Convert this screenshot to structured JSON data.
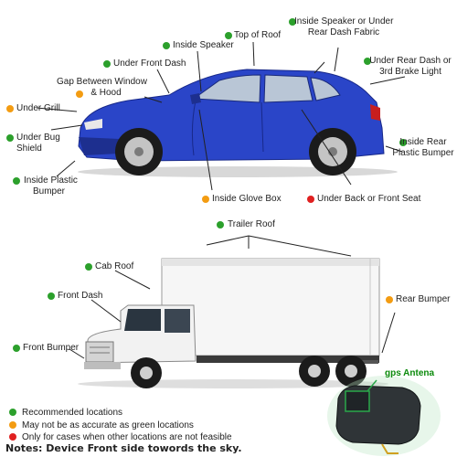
{
  "colors": {
    "green": "#2ca02c",
    "orange": "#f39c12",
    "red": "#e02020",
    "car_blue": "#2a45c8",
    "gps_label": "#0a8a0a"
  },
  "car_labels": {
    "top_of_roof": "Top of Roof",
    "inside_speaker_rear_1": "Inside Speaker or Under",
    "inside_speaker_rear_2": "Rear Dash Fabric",
    "inside_speaker": "Inside Speaker",
    "under_front_dash": "Under Front Dash",
    "under_rear_dash_1": "Under Rear Dash or",
    "under_rear_dash_2": "3rd Brake Light",
    "gap_window_1": "Gap Between Window",
    "gap_window_2": "& Hood",
    "under_grill": "Under Grill",
    "under_bug_1": "Under Bug",
    "under_bug_2": "Shield",
    "inside_plastic_1": "Inside Plastic",
    "inside_plastic_2": "Bumper",
    "inside_glove_box": "Inside Glove Box",
    "under_back_seat": "Under Back or Front Seat",
    "inside_rear_bumper_1": "Inside Rear",
    "inside_rear_bumper_2": "Plastic Bumper"
  },
  "truck_labels": {
    "trailer_roof": "Trailer Roof",
    "cab_roof": "Cab Roof",
    "front_dash": "Front Dash",
    "front_bumper": "Front Bumper",
    "rear_bumper": "Rear Bumper",
    "gps_antena": "gps Antena"
  },
  "legend": [
    {
      "color": "green",
      "text": "Recommended locations"
    },
    {
      "color": "orange",
      "text": "May not be as accurate as green locations"
    },
    {
      "color": "red",
      "text": "Only for cases when other locations are not feasible"
    }
  ],
  "notes": "Notes: Device Front side towords the sky."
}
